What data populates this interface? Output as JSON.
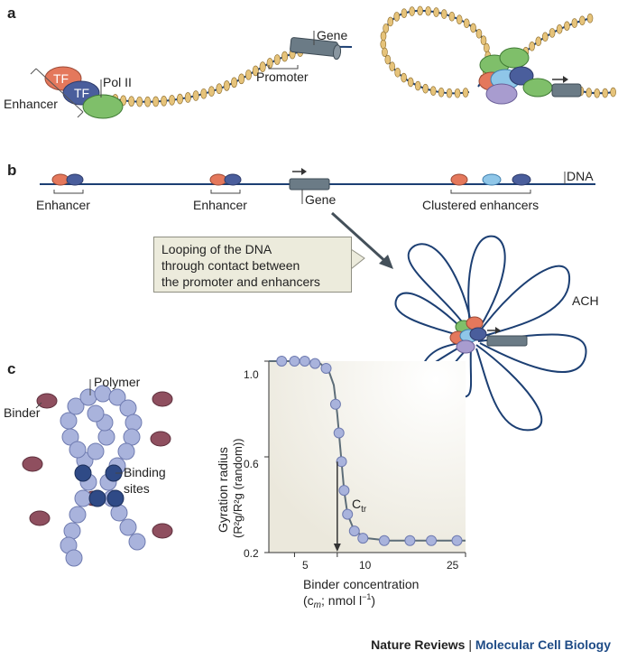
{
  "panels": {
    "a": "a",
    "b": "b",
    "c": "c"
  },
  "panel_a": {
    "tf_label_1": "TF",
    "tf_label_2": "TF",
    "polii_label": "Pol II",
    "enhancer_label": "Enhancer",
    "gene_label": "Gene",
    "promoter_label": "Promoter"
  },
  "panel_b": {
    "dna_label": "DNA",
    "enhancer_label_1": "Enhancer",
    "enhancer_label_2": "Enhancer",
    "gene_label": "Gene",
    "clustered_label": "Clustered enhancers",
    "callout_line_1": "Looping of the DNA",
    "callout_line_2": "through contact between",
    "callout_line_3": "the promoter and enhancers",
    "ach_label": "ACH"
  },
  "panel_c": {
    "polymer_label": "Polymer",
    "binder_label": "Binder",
    "binding_label_1": "Binding",
    "binding_label_2": "sites"
  },
  "chart_data": {
    "type": "line",
    "x_ticks": [
      "5",
      "10",
      "25"
    ],
    "y_ticks": [
      "1.0",
      "0.6",
      "0.2"
    ],
    "xlabel_line1": "Binder concentration",
    "xlabel_line2": "(c",
    "xlabel_sub": "m",
    "xlabel_tail": "; nmol l",
    "xlabel_sup": "−1",
    "xlabel_close": ")",
    "ylabel_line1": "Gyration radius",
    "ylabel_line2": "(R²g/R²g (random))",
    "annotation": "C",
    "annotation_sub": "tr",
    "threshold_x": 10,
    "xlim": [
      2,
      25
    ],
    "ylim": [
      0.2,
      1.0
    ],
    "points": [
      {
        "x": 3.5,
        "y": 1.0
      },
      {
        "x": 5.0,
        "y": 1.0
      },
      {
        "x": 6.2,
        "y": 1.0
      },
      {
        "x": 7.4,
        "y": 0.99
      },
      {
        "x": 8.7,
        "y": 0.97
      },
      {
        "x": 9.8,
        "y": 0.82
      },
      {
        "x": 10.2,
        "y": 0.7
      },
      {
        "x": 10.5,
        "y": 0.58
      },
      {
        "x": 10.8,
        "y": 0.46
      },
      {
        "x": 11.2,
        "y": 0.36
      },
      {
        "x": 12.0,
        "y": 0.29
      },
      {
        "x": 13.0,
        "y": 0.26
      },
      {
        "x": 15.5,
        "y": 0.25
      },
      {
        "x": 18.5,
        "y": 0.25
      },
      {
        "x": 21.0,
        "y": 0.25
      },
      {
        "x": 24.0,
        "y": 0.25
      }
    ],
    "curve": [
      [
        2.0,
        1.0
      ],
      [
        6.0,
        1.0
      ],
      [
        8.0,
        0.99
      ],
      [
        9.0,
        0.96
      ],
      [
        9.6,
        0.9
      ],
      [
        10.0,
        0.78
      ],
      [
        10.4,
        0.62
      ],
      [
        10.8,
        0.46
      ],
      [
        11.2,
        0.36
      ],
      [
        12.0,
        0.29
      ],
      [
        13.5,
        0.26
      ],
      [
        16.0,
        0.25
      ],
      [
        20.0,
        0.25
      ],
      [
        25.0,
        0.25
      ]
    ],
    "colors": {
      "marker": "#a9b3dc",
      "marker_stroke": "#6f7bb0",
      "curve": "#5d6d78",
      "background": "#f1efe6"
    }
  },
  "colors": {
    "dna": "#1c3f73",
    "enh_red": "#e4785c",
    "enh_blue": "#4a5e9c",
    "enh_lightblue": "#8fc6e8",
    "green": "#7fbf6a",
    "purple": "#a89ccf",
    "gene": "#6b7b86",
    "binder": "#8f4f5f",
    "bead": "#a9b3dc",
    "bead_dark": "#2f4a86",
    "callout_bg": "#ecebdc"
  },
  "credit": {
    "publisher": "Nature Reviews",
    "separator": " | ",
    "journal": "Molecular Cell Biology"
  }
}
